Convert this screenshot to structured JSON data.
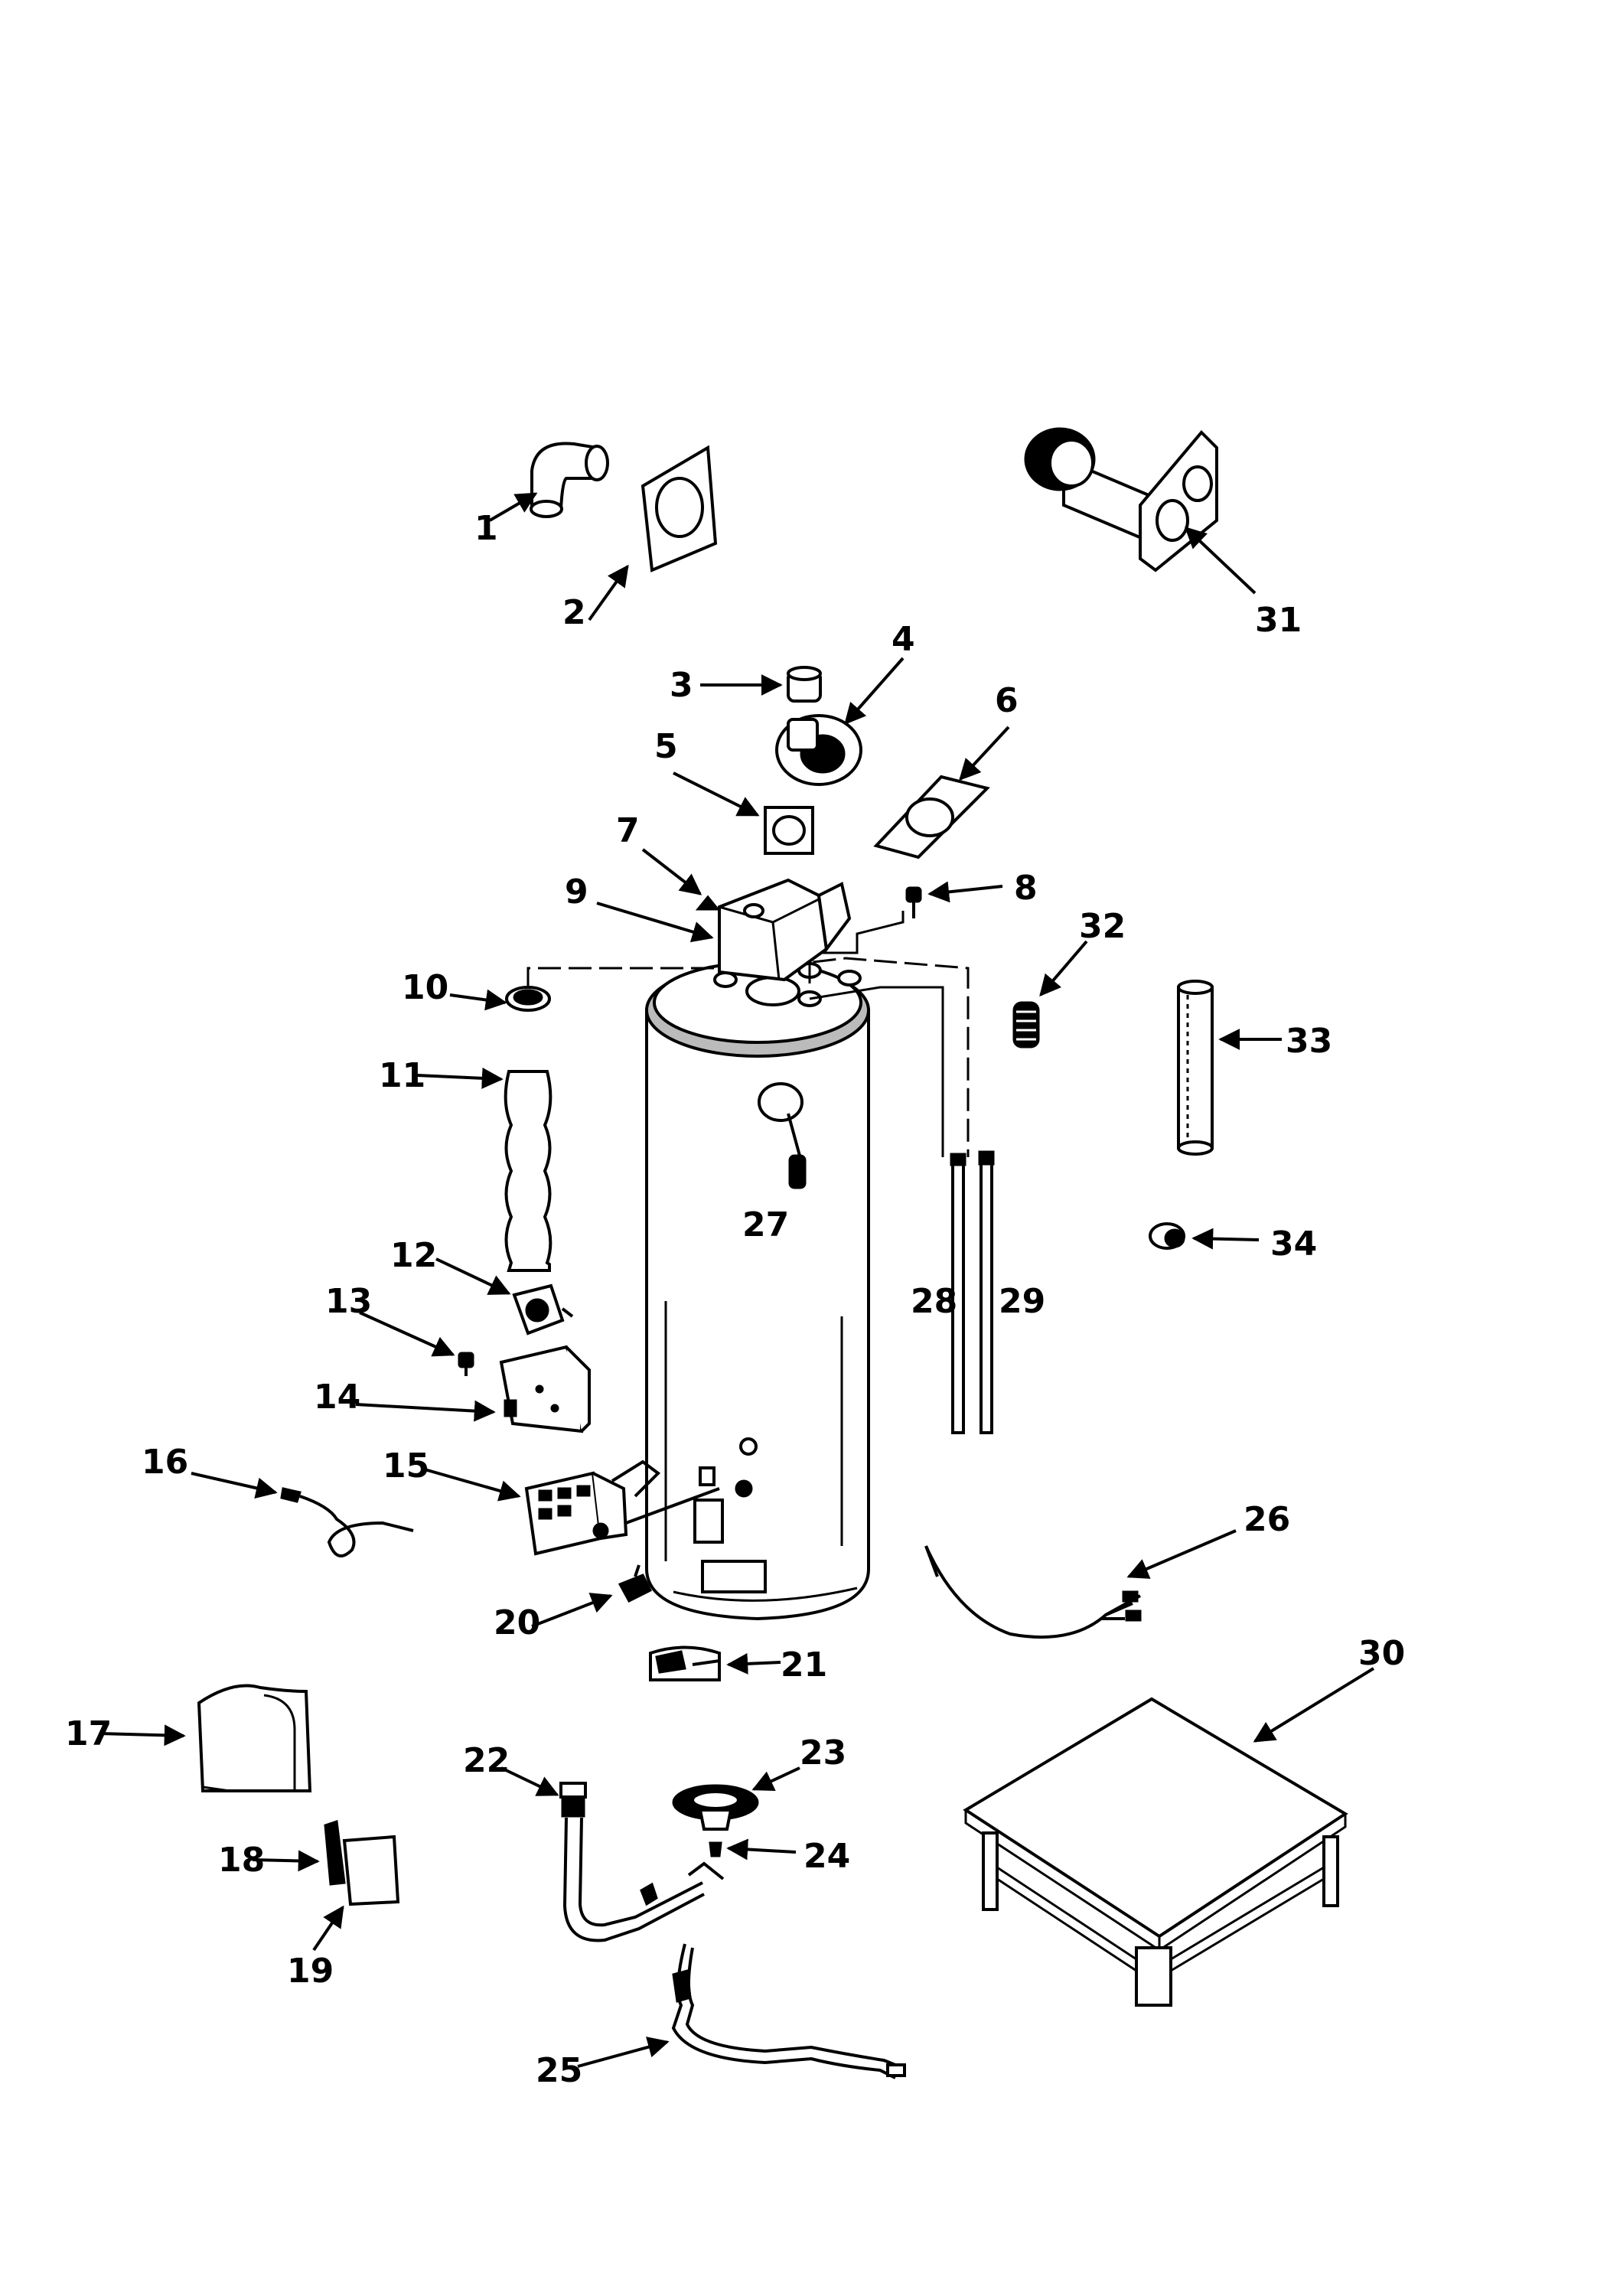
{
  "labels": {
    "l1": "1",
    "l2": "2",
    "l3": "3",
    "l4": "4",
    "l5": "5",
    "l6": "6",
    "l7": "7",
    "l8": "8",
    "l9": "9",
    "l10": "10",
    "l11": "11",
    "l12": "12",
    "l13": "13",
    "l14": "14",
    "l15": "15",
    "l16": "16",
    "l17": "17",
    "l18": "18",
    "l19": "19",
    "l20": "20",
    "l21": "21",
    "l22": "22",
    "l23": "23",
    "l24": "24",
    "l25": "25",
    "l26": "26",
    "l27": "27",
    "l28": "28",
    "l29": "29",
    "l30": "30",
    "l31": "31",
    "l32": "32",
    "l33": "33",
    "l34": "34"
  }
}
